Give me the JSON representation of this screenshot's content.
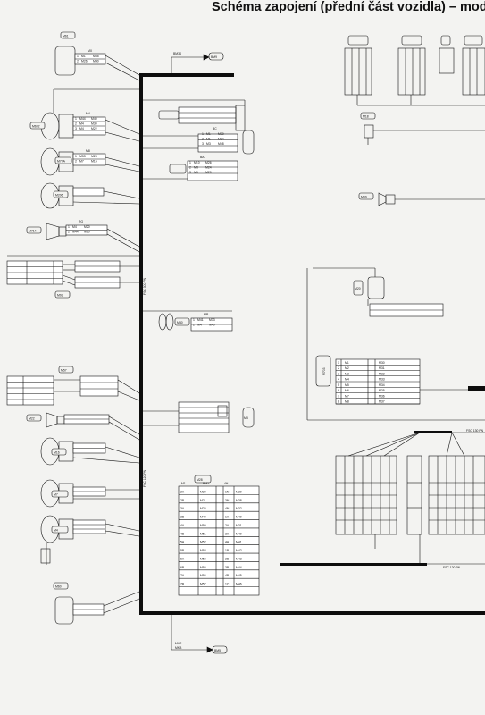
{
  "title": "Schéma zapojení (přední část vozidla) – modely",
  "bus_labels": {
    "top_left": "BM34",
    "top_right": "BM9",
    "bottom_left_a": "MAS",
    "bottom_left_b": "MKB",
    "bottom": "BM5",
    "vert_1": "FSC 300 PN",
    "vert_2": "FSC 120 PN",
    "horiz_1": "FSC 130 PN",
    "horiz_2": "FSC 120 PN"
  },
  "left_tags": [
    "M61",
    "M672",
    "M77A",
    "M206",
    "M714",
    "M92",
    "M57",
    "M22",
    "M16",
    "M7",
    "M4",
    "M60"
  ],
  "right_tags": [
    "M18",
    "M69",
    "M20",
    "M703",
    "M91"
  ],
  "center_tags": [
    "M40",
    "M3",
    "M28"
  ],
  "connectors": [
    {
      "label": "MX",
      "rows": [
        [
          "1",
          "M1",
          "M55"
        ],
        [
          "2",
          "M26",
          "M40"
        ]
      ]
    },
    {
      "label": "M4",
      "rows": [
        [
          "1",
          "M44",
          "M40"
        ],
        [
          "2",
          "M4",
          "M30"
        ],
        [
          "3",
          "M4",
          "M22"
        ]
      ]
    },
    {
      "label": "M8",
      "rows": [
        [
          "1",
          "M53",
          "M23"
        ],
        [
          "2",
          "M7",
          "M15"
        ]
      ]
    },
    {
      "label": "BC",
      "rows": [
        [
          "1",
          "M1",
          "M30"
        ],
        [
          "2",
          "M1",
          "M24"
        ],
        [
          "3",
          "M3",
          "M48"
        ]
      ]
    },
    {
      "label": "BA",
      "rows": [
        [
          "1",
          "M10",
          "M26"
        ],
        [
          "2",
          "M3",
          "M24"
        ],
        [
          "3",
          "M6",
          "M20"
        ]
      ]
    },
    {
      "label": "RG",
      "rows": [
        [
          "1",
          "M4",
          "M20"
        ],
        [
          "2",
          "M44",
          "M60"
        ]
      ]
    },
    {
      "label": "MR",
      "rows": [
        [
          "1",
          "M41",
          "M33"
        ],
        [
          "2",
          "M4",
          "M40"
        ]
      ]
    }
  ],
  "center_table": {
    "header": [
      "M1",
      "BM1",
      "4H"
    ],
    "rows": [
      [
        "2A",
        "M20",
        "1N",
        "M30"
      ],
      [
        "2B",
        "M21",
        "3N",
        "M38"
      ],
      [
        "3A",
        "M25",
        "4N",
        "M32"
      ],
      [
        "3B",
        "M40",
        "1A",
        "M40"
      ],
      [
        "4A",
        "M50",
        "2A",
        "M31"
      ],
      [
        "4B",
        "M51",
        "3A",
        "M40"
      ],
      [
        "5A",
        "M52",
        "4A",
        "M41"
      ],
      [
        "5B",
        "M53",
        "1B",
        "M42"
      ],
      [
        "6A",
        "M54",
        "2B",
        "M43"
      ],
      [
        "6B",
        "M55",
        "3B",
        "M44"
      ],
      [
        "7A",
        "M56",
        "4B",
        "M45"
      ],
      [
        "7B",
        "M57",
        "1C",
        "M46"
      ]
    ]
  },
  "right_block": {
    "rows": [
      [
        "1",
        "M1",
        "M30"
      ],
      [
        "2",
        "M2",
        "M31"
      ],
      [
        "3",
        "M3",
        "M32"
      ],
      [
        "4",
        "M4",
        "M33"
      ],
      [
        "5",
        "M5",
        "M34"
      ],
      [
        "6",
        "M6",
        "M35"
      ],
      [
        "7",
        "M7",
        "M36"
      ],
      [
        "8",
        "M8",
        "M37"
      ]
    ]
  },
  "colors": {
    "background": "#f3f3f1",
    "ink": "#111111",
    "bus": "#0d0d0d"
  }
}
